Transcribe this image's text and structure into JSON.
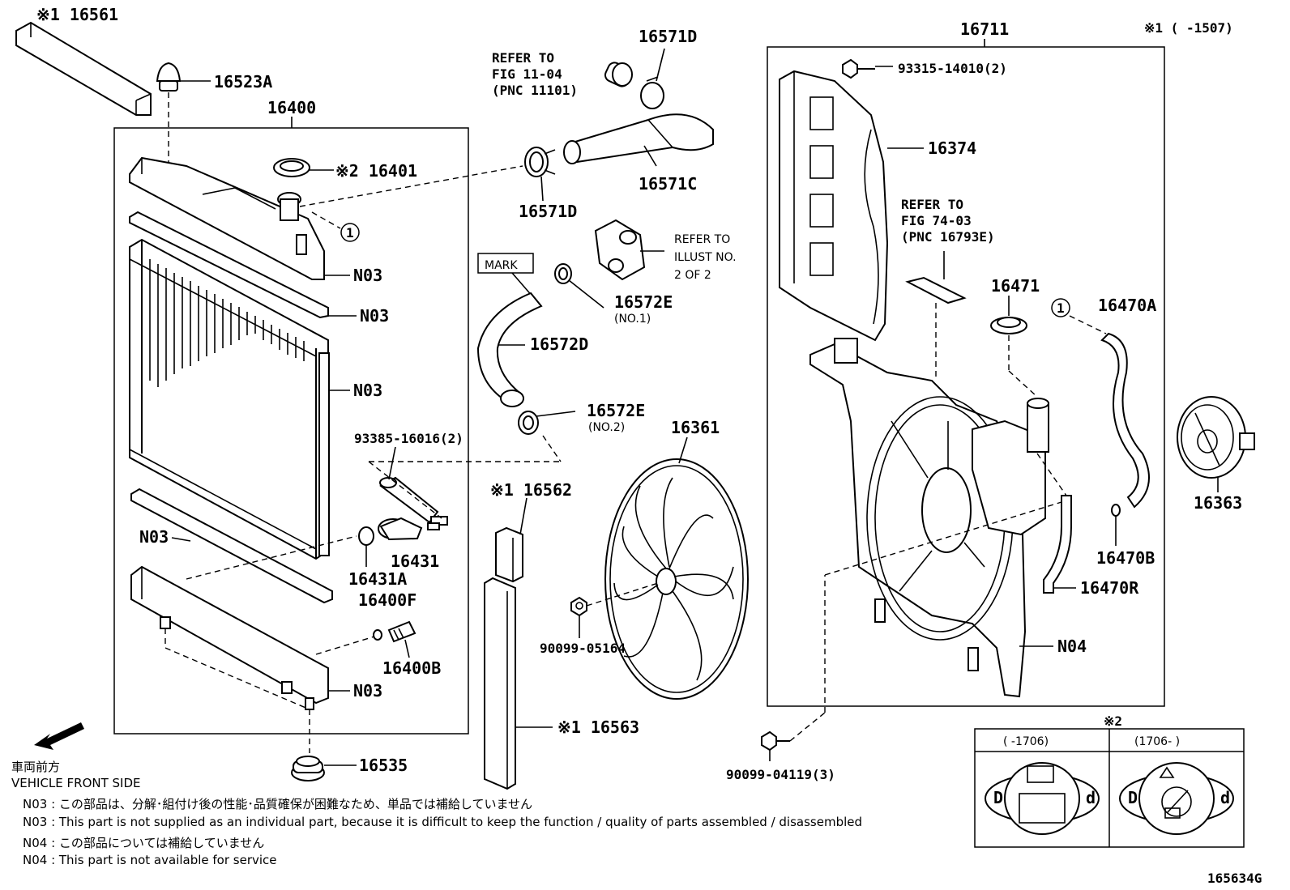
{
  "corner_note": "※1 (     -1507)",
  "footer_code": "165634G",
  "front": {
    "line1": "車両前方",
    "line2": "VEHICLE FRONT SIDE"
  },
  "notes": [
    "N03 : この部品は、分解･組付け後の性能･品質確保が困難なため、単品では補給していません",
    "N03 : This part is not supplied as an individual part, because it is difficult to keep the function / quality of parts assembled / disassembled",
    "N04 : この部品については補給していません",
    "N04 : This part is not available for service"
  ],
  "callouts": {
    "c16561": "※1 16561",
    "c16523A": "16523A",
    "c16400": "16400",
    "c16401": "※2 16401",
    "c16711": "16711",
    "c93315": "93315-14010(2)",
    "c16374": "16374",
    "c16571D_top": "16571D",
    "c16571C": "16571C",
    "c16571D_bot": "16571D",
    "c16572E_1": "16572E",
    "c16572E_1_sub": "(NO.1)",
    "c16572D": "16572D",
    "c16572E_2": "16572E",
    "c16572E_2_sub": "(NO.2)",
    "c16361": "16361",
    "c16562": "※1 16562",
    "c16563": "※1 16563",
    "c90099_05164": "90099-05164",
    "c90099_04119": "90099-04119(3)",
    "c93385": "93385-16016(2)",
    "c16431": "16431",
    "c16431A": "16431A",
    "c16400F": "16400F",
    "c16400B": "16400B",
    "c16535": "16535",
    "c16471": "16471",
    "c16470A": "16470A",
    "c16470B": "16470B",
    "c16470R": "16470R",
    "c16363": "16363",
    "cN04": "N04",
    "cN03_1": "N03",
    "cN03_2": "N03",
    "cN03_3": "N03",
    "cN03_4": "N03",
    "cN03_5": "N03",
    "mark": "MARK",
    "circle_ref": "1",
    "refer1": [
      "REFER TO",
      "FIG 11-04",
      "(PNC 11101)"
    ],
    "refer2": [
      "REFER TO",
      "ILLUST NO.",
      "2 OF 2"
    ],
    "refer3": [
      "REFER TO",
      "FIG 74-03",
      "(PNC 16793E)"
    ]
  },
  "cap_inset": {
    "title": "※2",
    "left_header": "(     -1706)",
    "right_header": "(1706-     )"
  }
}
